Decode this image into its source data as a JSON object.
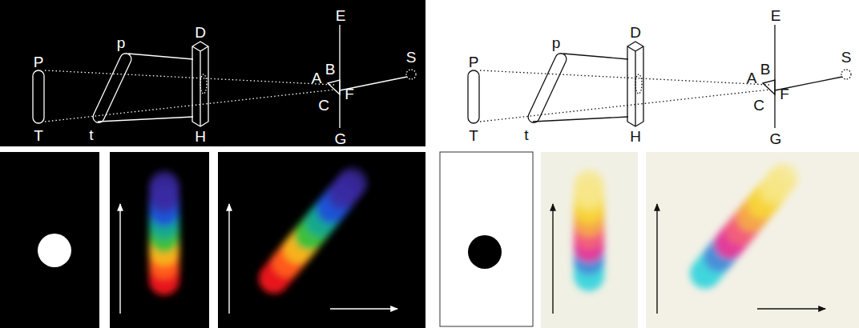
{
  "diagram": {
    "labels": [
      "P",
      "T",
      "p",
      "t",
      "D",
      "H",
      "E",
      "B",
      "A",
      "C",
      "F",
      "S",
      "G",
      "P",
      "T",
      "p",
      "t",
      "D",
      "H",
      "E",
      "B",
      "A",
      "C",
      "F",
      "S",
      "G"
    ]
  }
}
